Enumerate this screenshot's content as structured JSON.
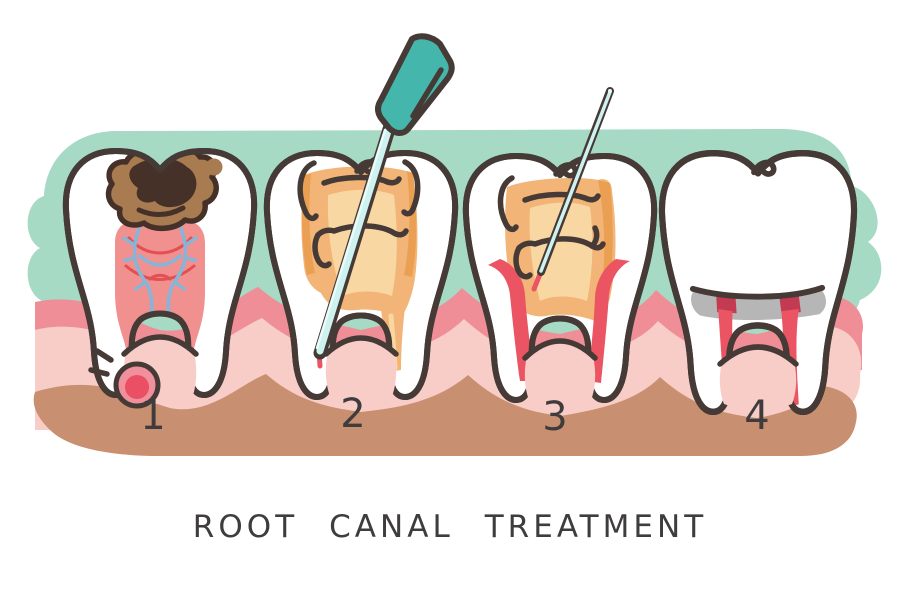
{
  "title": {
    "text": "ROOT CANAL TREATMENT"
  },
  "steps": [
    {
      "number": "1"
    },
    {
      "number": "2"
    },
    {
      "number": "3"
    },
    {
      "number": "4"
    }
  ],
  "illustration": {
    "stage_count": 4,
    "stages": [
      "decayed-tooth-with-inflamed-pulp-and-abscess",
      "opened-tooth-cleaned-with-dental-drill",
      "root-canals-shaped-with-endodontic-file",
      "restored-tooth-with-filling-and-sealed-canals"
    ],
    "tools": [
      "dental-drill-icon",
      "endodontic-file-icon"
    ]
  },
  "colors": {
    "teal": "#a6dac4",
    "gum_dark": "#ef8e96",
    "gum_light": "#f8cdc8",
    "gum_brown": "#c89070",
    "outline": "#463a36",
    "tooth": "#ffffff",
    "caries_light": "#a87c50",
    "caries_dark": "#463128",
    "pulp": "#f0908f",
    "artery": "#e25052",
    "vein": "#85b6da",
    "abscess": "#ea4f63",
    "abscess_ring": "#f0909c",
    "fill_orange": "#f2b577",
    "fill_orange_light": "#f9d7a3",
    "fill_orange_dark": "#eb9f53",
    "canal_red": "#ea5463",
    "canal_red_dark": "#c23b50",
    "tool_teal": "#45b6ab",
    "tool_shaft": "#cdf2f0",
    "tool_shaft_light": "#eafbfa",
    "crown_gray": "#b6b6b6",
    "text": "#3f3c3d"
  }
}
